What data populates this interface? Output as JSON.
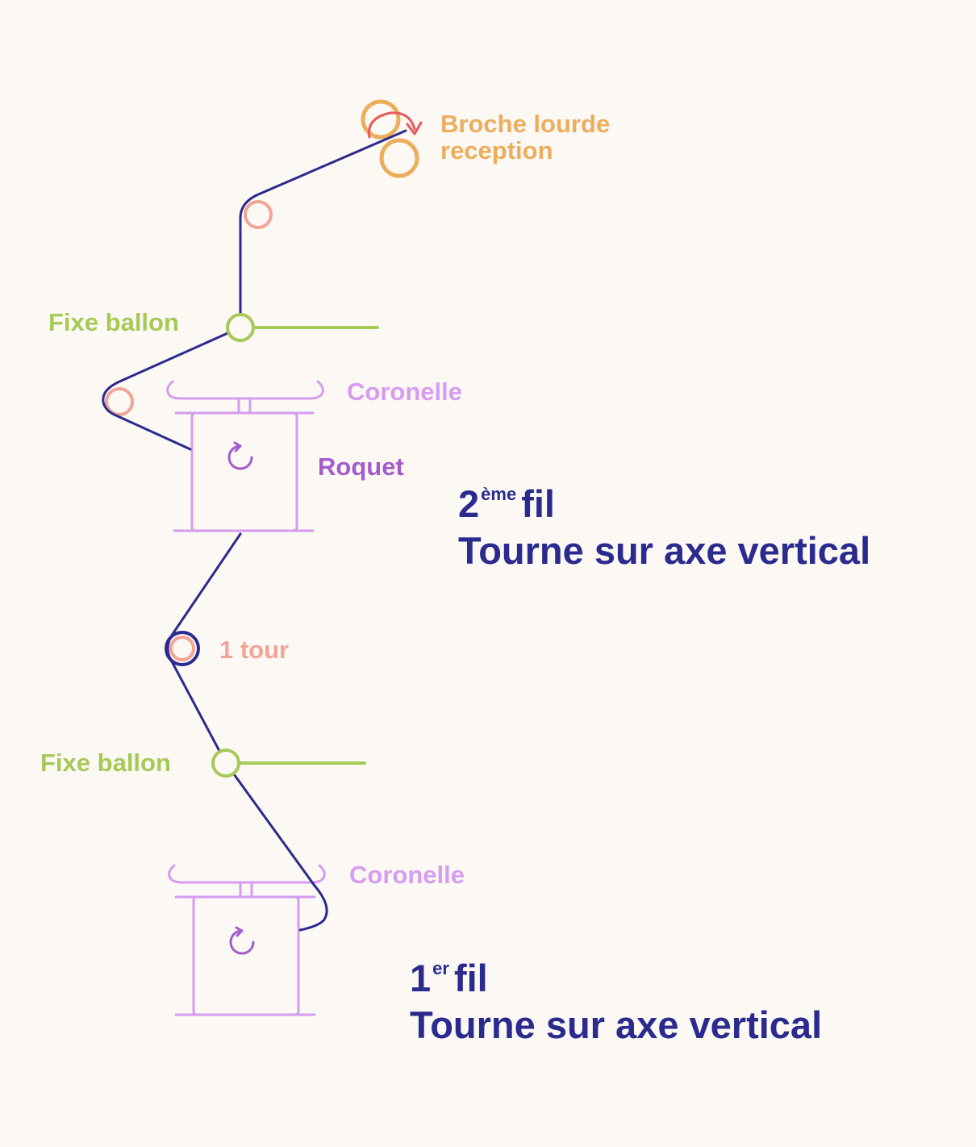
{
  "labels": {
    "broche_line1": "Broche lourde",
    "broche_line2": "reception",
    "fixe_ballon_top": "Fixe ballon",
    "coronelle_top": "Coronelle",
    "roquet": "Roquet",
    "one_tour": "1 tour",
    "fixe_ballon_bottom": "Fixe ballon",
    "coronelle_bottom": "Coronelle"
  },
  "second_thread": {
    "number": "2",
    "suffix": "ème",
    "word": "fil",
    "subtitle": "Tourne sur axe vertical"
  },
  "first_thread": {
    "number": "1",
    "suffix": "er",
    "word": "fil",
    "subtitle": "Tourne sur axe vertical"
  },
  "colors": {
    "thread": "#2b2a8e",
    "broche": "#ecae5d",
    "arrow": "#e8595a",
    "guide": "#f1a596",
    "fixe_ballon": "#a7c957",
    "bobbin": "#d69cf0",
    "rotation_icon": "#a35ccb",
    "background": "#fcf8f4"
  },
  "icons": {
    "rotation": "rotate-arrow-icon"
  }
}
